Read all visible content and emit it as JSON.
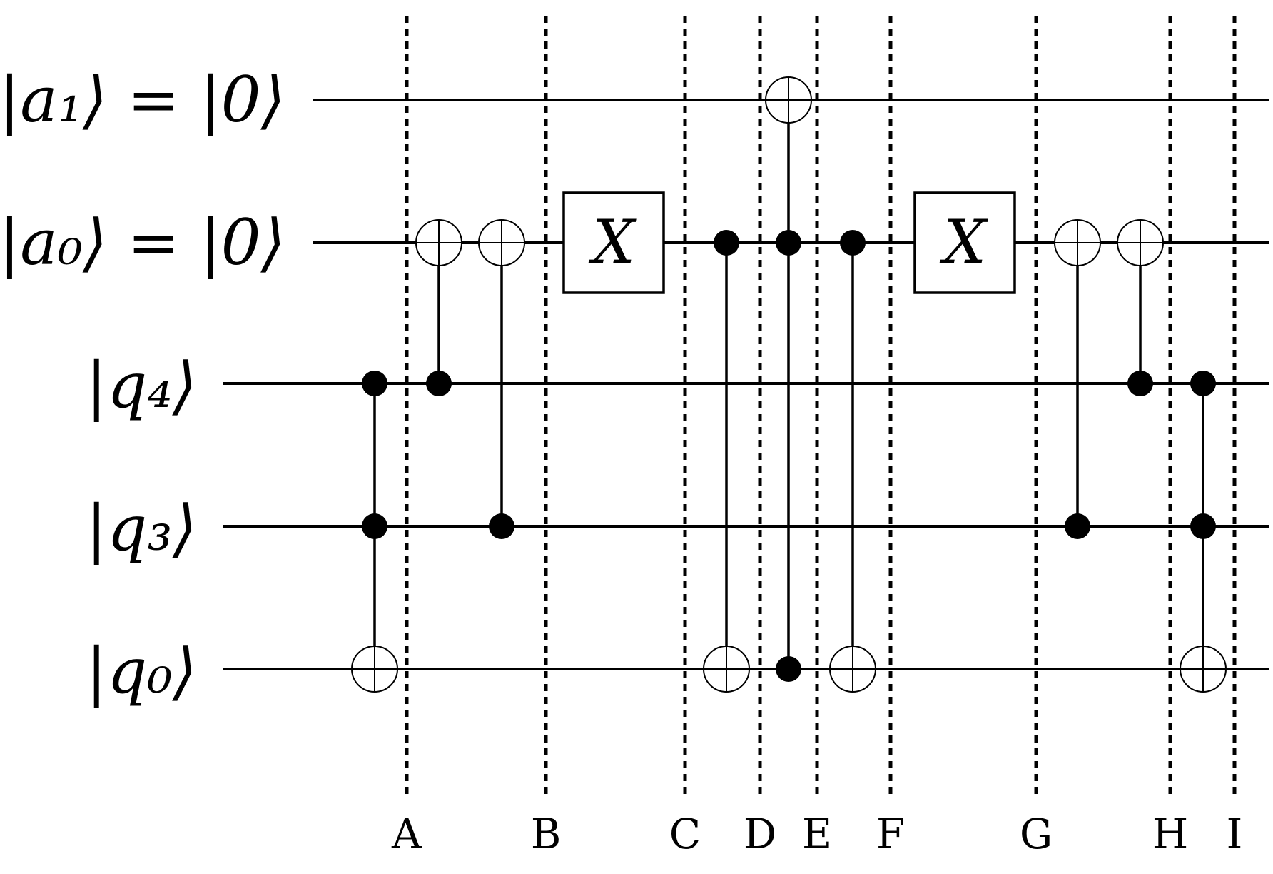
{
  "wires": [
    {
      "id": "a1",
      "label": "|a₁⟩ = |0⟩"
    },
    {
      "id": "a0",
      "label": "|a₀⟩ = |0⟩"
    },
    {
      "id": "q4",
      "label": "|q₄⟩"
    },
    {
      "id": "q3",
      "label": "|q₃⟩"
    },
    {
      "id": "q0",
      "label": "|q₀⟩"
    }
  ],
  "barriers": [
    "A",
    "B",
    "C",
    "D",
    "E",
    "F",
    "G",
    "H",
    "I"
  ],
  "gates": [
    {
      "type": "ccx",
      "controls": [
        "q4",
        "q3"
      ],
      "target": "q0"
    },
    {
      "type": "cx",
      "controls": [
        "q4"
      ],
      "target": "a0"
    },
    {
      "type": "cx",
      "controls": [
        "q3"
      ],
      "target": "a0"
    },
    {
      "type": "x",
      "wire": "a0",
      "label": "X"
    },
    {
      "type": "cx",
      "controls": [
        "a0"
      ],
      "target": "q0"
    },
    {
      "type": "ccx",
      "controls": [
        "a0",
        "q0"
      ],
      "target": "a1"
    },
    {
      "type": "cx",
      "controls": [
        "a0"
      ],
      "target": "q0"
    },
    {
      "type": "x",
      "wire": "a0",
      "label": "X"
    },
    {
      "type": "cx",
      "controls": [
        "q3"
      ],
      "target": "a0"
    },
    {
      "type": "cx",
      "controls": [
        "q4"
      ],
      "target": "a0"
    },
    {
      "type": "ccx",
      "controls": [
        "q4",
        "q3"
      ],
      "target": "q0"
    }
  ]
}
